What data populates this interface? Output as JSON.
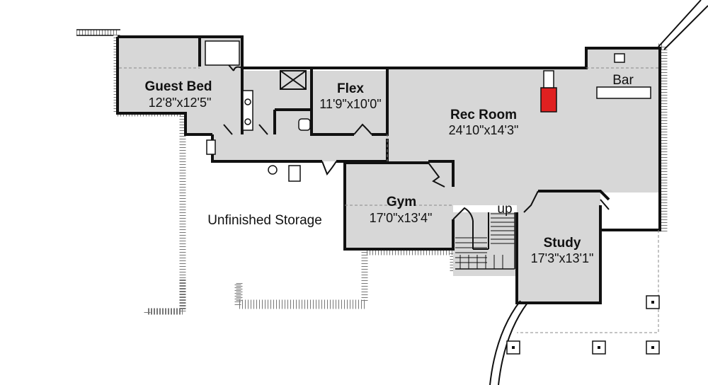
{
  "rooms": {
    "guest_bed": {
      "name": "Guest Bed",
      "dims": "12'8\"x12'5\""
    },
    "flex": {
      "name": "Flex",
      "dims": "11'9\"x10'0\""
    },
    "rec_room": {
      "name": "Rec Room",
      "dims": "24'10\"x14'3\""
    },
    "bar": {
      "name": "Bar"
    },
    "gym": {
      "name": "Gym",
      "dims": "17'0\"x13'4\""
    },
    "study": {
      "name": "Study",
      "dims": "17'3\"x13'1\""
    },
    "storage": {
      "name": "Unfinished Storage"
    }
  },
  "stair_label": "up",
  "colors": {
    "floor": "#d7d7d7",
    "wall": "#111111",
    "fireplace": "#e02020"
  }
}
